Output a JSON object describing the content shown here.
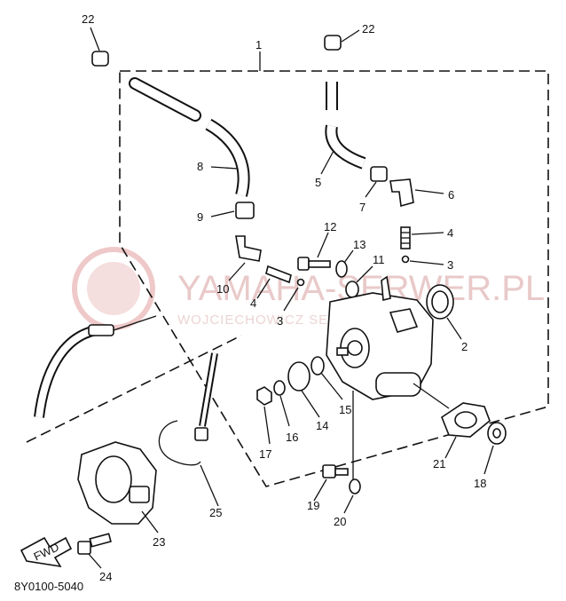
{
  "diagram": {
    "drawing_code": "8Y0100-5040",
    "fwd_label": "FWD",
    "watermark": {
      "title": "YAMAHA-SERWER.PL",
      "subtitle": "WOJCIECHOWICZ SERWIS YAMAHA"
    },
    "callouts": {
      "c1": "1",
      "c2": "2",
      "c3a": "3",
      "c3b": "3",
      "c4a": "4",
      "c4b": "4",
      "c5": "5",
      "c6": "6",
      "c7": "7",
      "c8": "8",
      "c9": "9",
      "c10": "10",
      "c11": "11",
      "c12": "12",
      "c13": "13",
      "c14": "14",
      "c15": "15",
      "c16": "16",
      "c17": "17",
      "c18": "18",
      "c19": "19",
      "c20": "20",
      "c21": "21",
      "c22a": "22",
      "c22b": "22",
      "c23": "23",
      "c24": "24",
      "c25": "25"
    }
  }
}
